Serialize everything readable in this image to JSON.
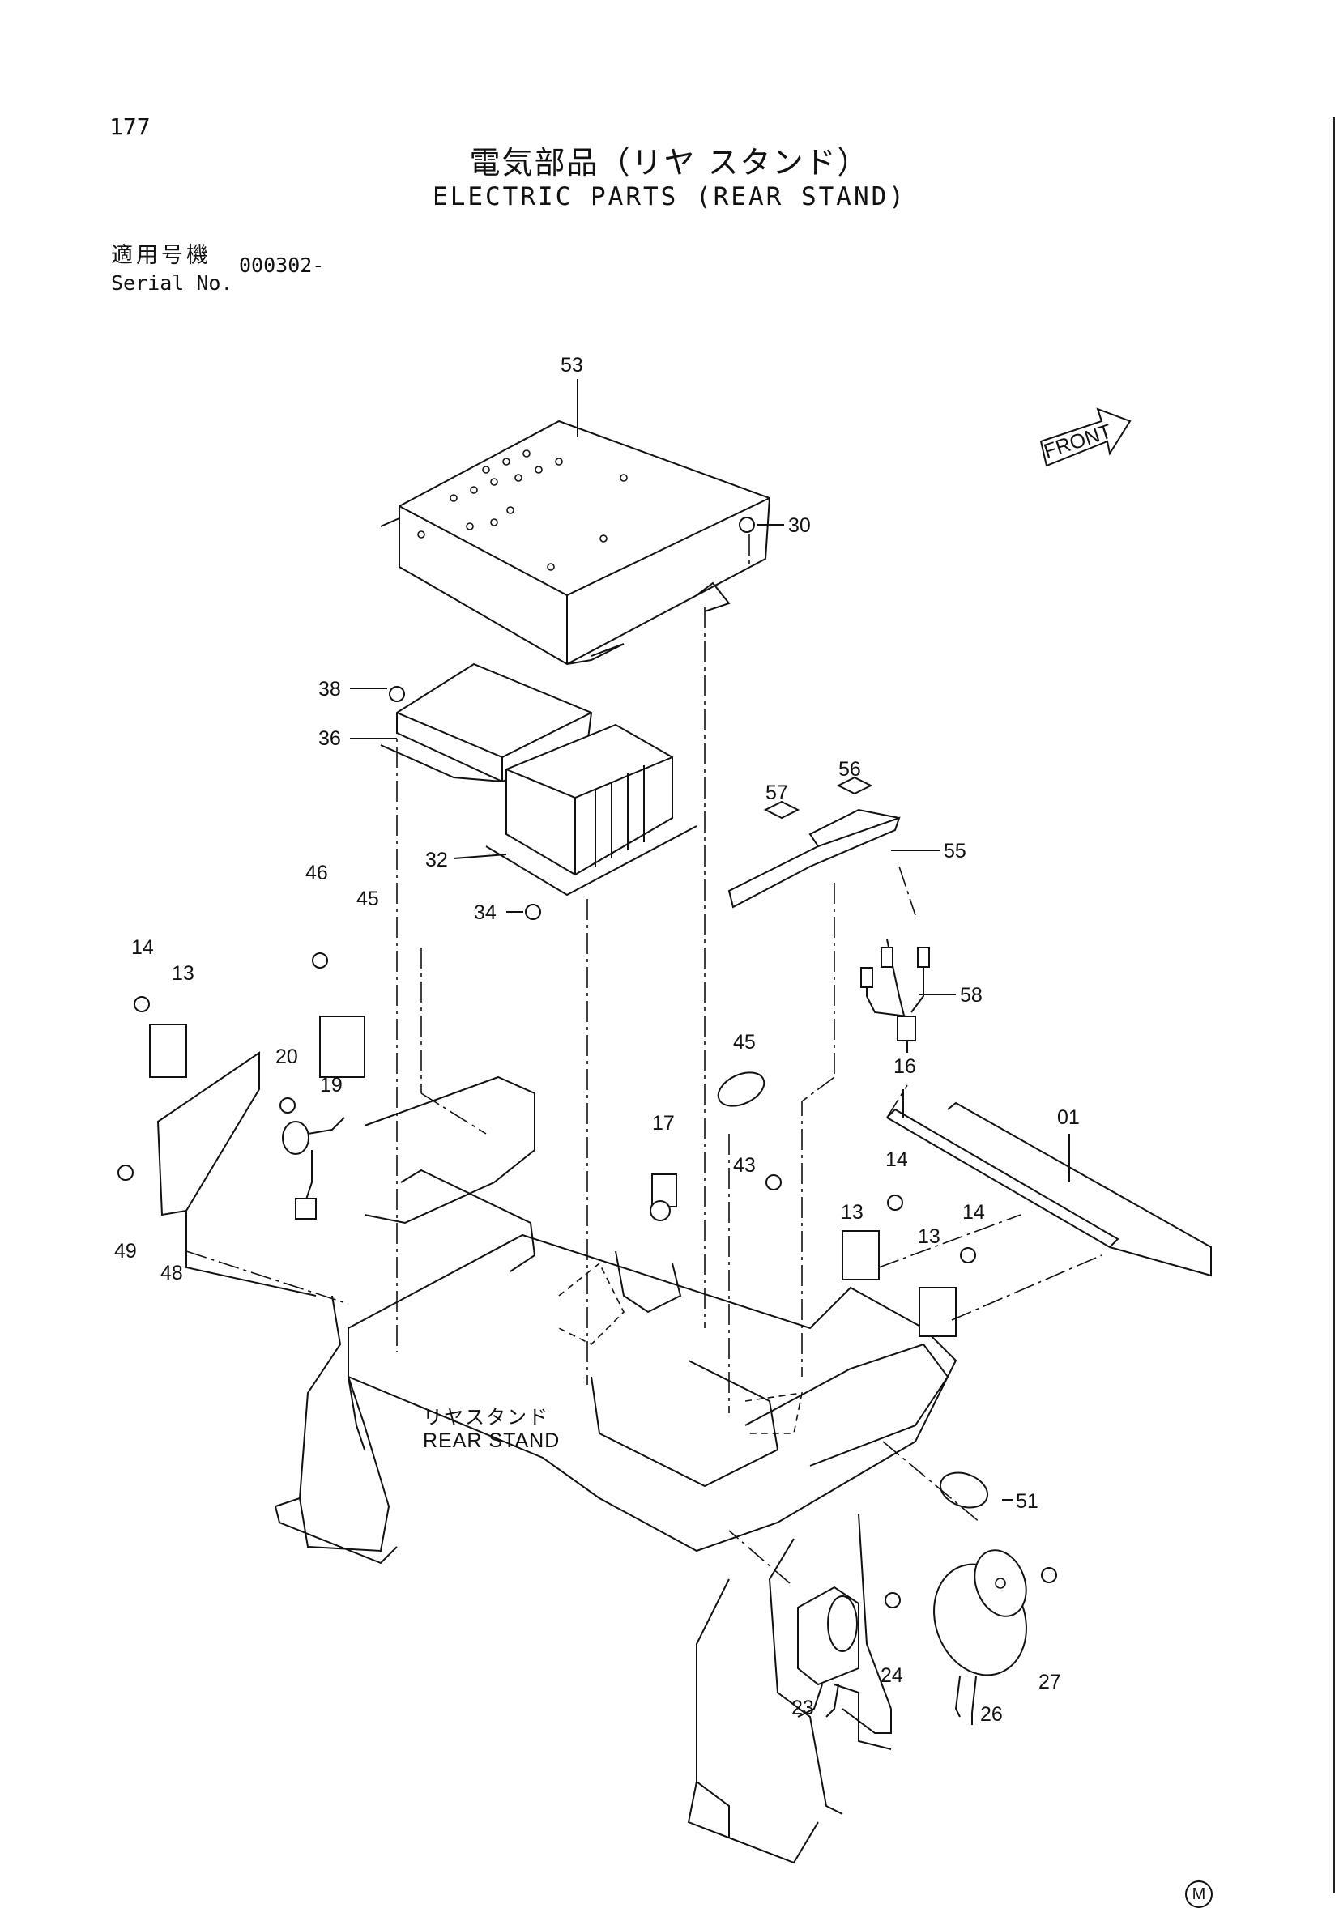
{
  "page_number": "177",
  "title_jp": "電気部品（リヤ スタンド）",
  "title_en": "ELECTRIC PARTS (REAR STAND)",
  "serial": {
    "label_jp": "適用号機",
    "label_en": "Serial No.",
    "value": "000302-"
  },
  "front_label": "FRONT",
  "rear_stand_label_jp": "リヤスタンド",
  "rear_stand_label_en": "REAR STAND",
  "corner_mark": "M",
  "callouts": [
    "53",
    "30",
    "38",
    "36",
    "32",
    "34",
    "46",
    "45",
    "14",
    "13",
    "20",
    "19",
    "49",
    "48",
    "57",
    "56",
    "55",
    "58",
    "16",
    "01",
    "45",
    "17",
    "43",
    "13",
    "14",
    "14",
    "13",
    "51",
    "23",
    "24",
    "26",
    "27"
  ]
}
